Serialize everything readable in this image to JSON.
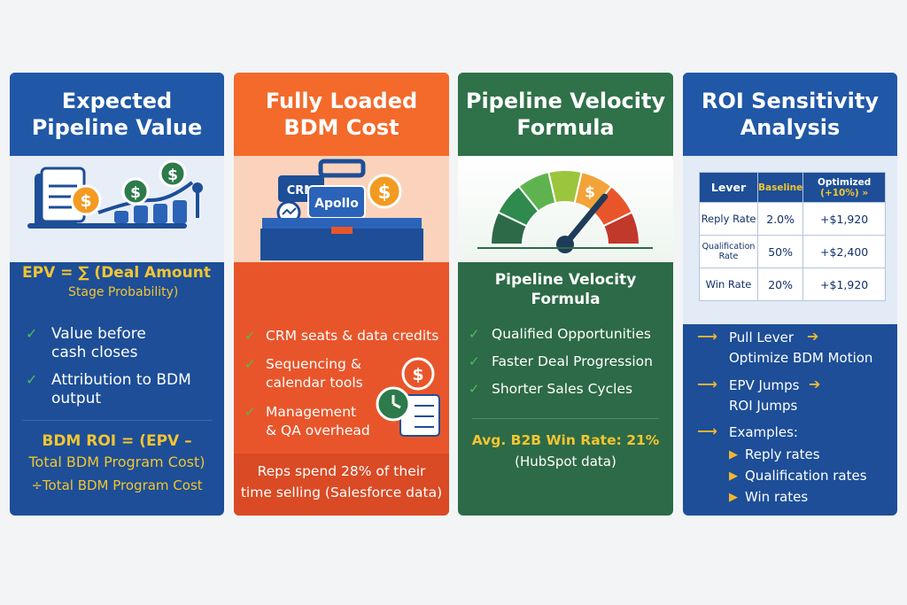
{
  "cards": [
    {
      "title_1": "Expected",
      "title_2": "Pipeline Value",
      "formula_1": "EPV = ∑ (Deal Amount",
      "formula_2": "Stage Probability)",
      "bullets": [
        "Value before",
        "cash closes",
        "Attribution to BDM",
        "output"
      ],
      "roi_1": "BDM ROI = (EPV –",
      "roi_2": "Total BDM Program Cost)",
      "roi_3": "÷Total BDM Program Cost"
    },
    {
      "title_1": "Fully Loaded",
      "title_2": "BDM Cost",
      "icon_crm": "CRM",
      "icon_apollo": "Apollo",
      "bullets": [
        "CRM seats & data credits",
        "Sequencing &",
        "calendar tools",
        "Management",
        "& QA overhead"
      ],
      "footer_1": "Reps spend 28% of their",
      "footer_2": "time selling (Salesforce data)"
    },
    {
      "title_1": "Pipeline Velocity",
      "title_2": "Formula",
      "sub_1": "Pipeline Velocity",
      "sub_2": "Formula",
      "bullets": [
        "Qualified Opportunities",
        "Faster Deal Progression",
        "Shorter Sales Cycles"
      ],
      "footer_1": "Avg. B2B Win Rate: 21%",
      "footer_2": "(HubSpot data)",
      "gauge_level": 0.72
    },
    {
      "title_1": "ROI Sensitivity",
      "title_2": "Analysis",
      "table": {
        "headers": [
          "Lever",
          "Baseline",
          "Optimized",
          "(+10%)"
        ],
        "rows": [
          {
            "lever": "Reply Rate",
            "baseline": "2.0%",
            "optimized": "+$1,920"
          },
          {
            "lever": "Qualification",
            "lever_2": "Rate",
            "baseline": "50%",
            "optimized": "+$2,400"
          },
          {
            "lever": "Win Rate",
            "baseline": "20%",
            "optimized": "+$1,920"
          }
        ]
      },
      "steps": [
        "Pull Lever",
        "Optimize BDM Motion",
        "EPV Jumps",
        "ROI Jumps",
        "Examples:"
      ],
      "examples": [
        "Reply rates",
        "Qualification rates",
        "Win rates"
      ]
    }
  ],
  "colors": {
    "blue": "#1d4e97",
    "orange": "#e9552a",
    "green": "#2d6a47",
    "accent_yellow": "#f2b631",
    "check_green": "#4cbf5a"
  }
}
